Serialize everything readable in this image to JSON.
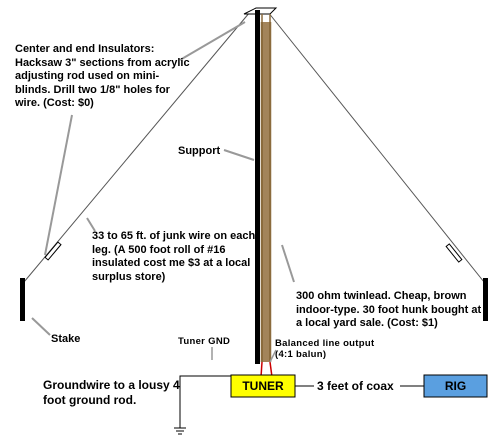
{
  "labels": {
    "insulators": "Center and end Insulators: Hacksaw 3\" sections from acrylic adjusting rod used on mini-blinds. Drill two 1/8\" holes for wire. (Cost: $0)",
    "support": "Support",
    "wire": "33 to 65 ft. of junk wire on each leg. (A 500 foot roll of #16 insulated cost me $3 at a local surplus store)",
    "twinlead": "300 ohm twinlead. Cheap, brown indoor-type. 30 foot hunk bought at a local yard sale. (Cost: $1)",
    "stake": "Stake",
    "tuner_gnd": "Tuner GND",
    "balanced_output": "Balanced line output (4:1 balun)",
    "groundwire": "Groundwire to a lousy 4 foot ground rod.",
    "coax": "3 feet of coax"
  },
  "boxes": {
    "tuner": "TUNER",
    "rig": "RIG"
  },
  "colors": {
    "tuner_fill": "#ffff00",
    "rig_fill": "#5a9fe0",
    "twinlead": "#8b6b3d",
    "feed_wire": "#cc0000",
    "stroke": "#000000"
  }
}
